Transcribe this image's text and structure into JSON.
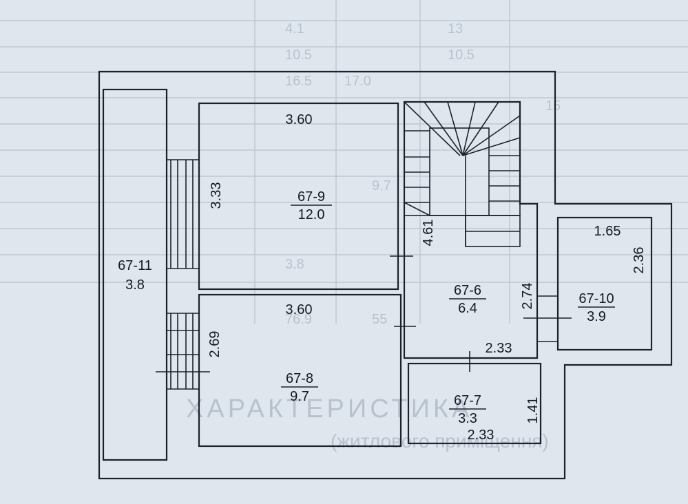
{
  "rooms": {
    "r11": {
      "id": "67-11",
      "area": "3.8"
    },
    "r9": {
      "id": "67-9",
      "area": "12.0",
      "width": "3.60",
      "height": "3.33"
    },
    "r8": {
      "id": "67-8",
      "area": "9.7",
      "width": "3.60",
      "height": "2.69"
    },
    "r6": {
      "id": "67-6",
      "area": "6.4",
      "height": "4.61",
      "side": "2.74",
      "bottom": "2.33"
    },
    "r7": {
      "id": "67-7",
      "area": "3.3",
      "width": "2.33",
      "height": "1.41"
    },
    "r10": {
      "id": "67-10",
      "area": "3.9",
      "width": "1.65",
      "height": "2.36"
    }
  },
  "background": {
    "heading": "ХАРАКТЕРИСТИКА",
    "subheading": "(житлового приміщення)",
    "numbers": [
      "4.1",
      "13",
      "10.5",
      "10.5",
      "16.5",
      "17.0",
      "15",
      "9.7",
      "3.8",
      "76.9",
      "55"
    ]
  }
}
